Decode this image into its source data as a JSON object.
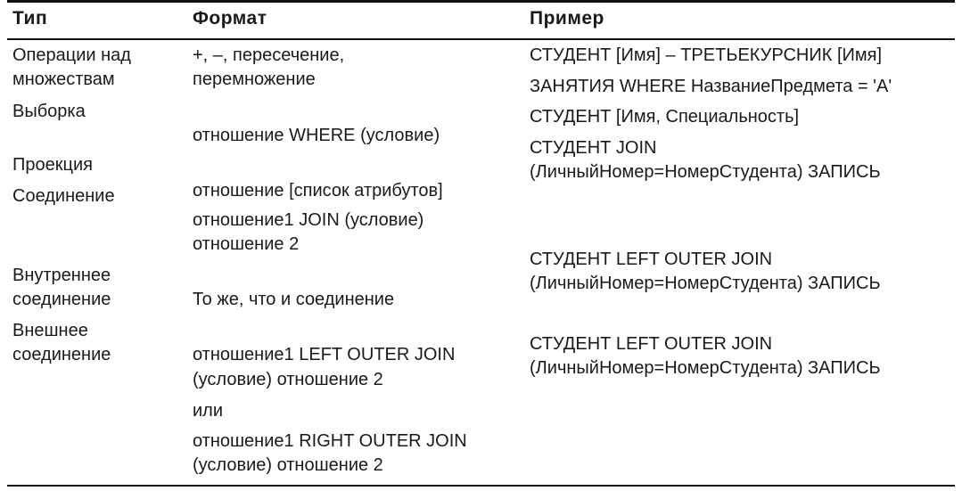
{
  "headers": {
    "type": "Тип",
    "format": "Формат",
    "example": "Пример"
  },
  "types": {
    "set_ops_1": "Операции над",
    "set_ops_2": "множествам",
    "selection": "Выборка",
    "projection": "Проекция",
    "join": "Соединение",
    "inner_1": "Внутреннее",
    "inner_2": "соединение",
    "outer_1": "Внешнее",
    "outer_2": "соединение"
  },
  "formats": {
    "set_ops_1": "+, –, пересечение,",
    "set_ops_2": "перемножение",
    "selection": "отношение WHERE (условие)",
    "projection": "отношение [список атрибутов]",
    "join_1": "отношение1 JOIN (условие)",
    "join_2": "отношение 2",
    "inner": "То же, что и соединение",
    "outer_left_1": "отношение1 LEFT OUTER JOIN",
    "outer_left_2": "(условие) отношение 2",
    "or": "или",
    "outer_right_1": "отношение1 RIGHT OUTER JOIN",
    "outer_right_2": "(условие) отношение 2"
  },
  "examples": {
    "set_ops": "СТУДЕНТ [Имя] – ТРЕТЬЕКУРСНИК [Имя]",
    "selection": "ЗАНЯТИЯ WHERE НазваниеПредмета = 'A'",
    "projection": "СТУДЕНТ [Имя, Специальность]",
    "join_1": "СТУДЕНТ JOIN",
    "join_2": "(ЛичныйНомер=НомерСтудента) ЗАПИСЬ",
    "inner_1": "СТУДЕНТ LEFT OUTER JOIN",
    "inner_2": "(ЛичныйНомер=НомерСтудента) ЗАПИСЬ",
    "outer_1": "СТУДЕНТ LEFT OUTER JOIN",
    "outer_2": "(ЛичныйНомер=НомерСтудента) ЗАПИСЬ"
  }
}
